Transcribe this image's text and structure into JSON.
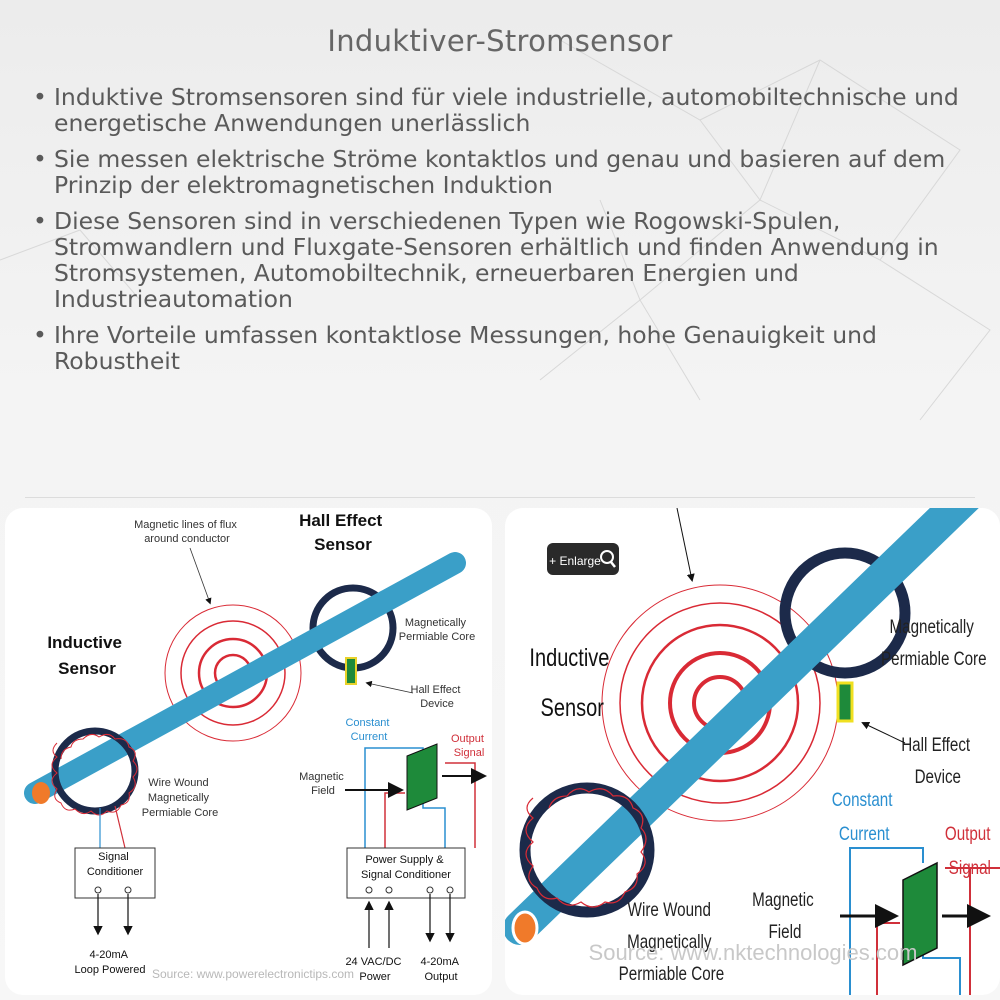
{
  "title": "Induktiver-Stromsensor",
  "bullets": [
    "Induktive Stromsensoren sind für viele industrielle, automobiltechnische und energetische Anwendungen unerlässlich",
    "Sie messen elektrische Ströme kontaktlos und genau und basieren auf dem Prinzip der elektromagnetischen Induktion",
    "Diese Sensoren sind in verschiedenen Typen wie Rogowski-Spulen, Stromwandlern und Fluxgate-Sensoren erhältlich und finden Anwendung in Stromsystemen, Automobiltechnik, erneuerbaren Energien und Industrieautomation",
    "Ihre Vorteile umfassen kontaktlose Messungen, hohe Genauigkeit und Robustheit"
  ],
  "bullet_symbol": "•",
  "left_diagram": {
    "flux_label": [
      "Magnetic lines of flux",
      "around conductor"
    ],
    "hall_title": [
      "Hall Effect",
      "Sensor"
    ],
    "inductive_title": [
      "Inductive",
      "Sensor"
    ],
    "core_label": [
      "Magnetically",
      "Permiable Core"
    ],
    "hall_device_label": [
      "Hall Effect",
      "Device"
    ],
    "constant_current": [
      "Constant",
      "Current"
    ],
    "output_signal": [
      "Output",
      "Signal"
    ],
    "magnetic_field": [
      "Magnetic",
      "Field"
    ],
    "wire_wound": [
      "Wire Wound",
      "Magnetically",
      "Permiable Core"
    ],
    "signal_conditioner": [
      "Signal",
      "Conditioner"
    ],
    "power_supply": [
      "Power Supply &",
      "Signal Conditioner"
    ],
    "loop_powered": [
      "4-20mA",
      "Loop Powered"
    ],
    "vac_power": [
      "24 VAC/DC",
      "Power"
    ],
    "output_420": [
      "4-20mA",
      "Output"
    ],
    "source": "Source: www.powerelectronictips.com"
  },
  "right_diagram": {
    "enlarge": "+ Enlarge",
    "inductive_title": [
      "Inductive",
      "Sensor"
    ],
    "core_label": [
      "Magnetically",
      "Permiable Core"
    ],
    "hall_device_label": [
      "Hall Effect",
      "Device"
    ],
    "constant_current": [
      "Constant",
      "Current"
    ],
    "output_signal": [
      "Output",
      "Signal"
    ],
    "magnetic_field": [
      "Magnetic",
      "Field"
    ],
    "wire_wound": [
      "Wire Wound",
      "Magnetically",
      "Permiable Core"
    ],
    "source": "Source: www.nktechnologies.com"
  },
  "colors": {
    "conductor": "#3a9fc8",
    "core": "#1c2a4a",
    "flux": "#d92a35",
    "hall_device": "#1e8a3a",
    "label_blue": "#2a8fd0",
    "label_red": "#d0303a",
    "wire_end": "#f07a2a"
  }
}
